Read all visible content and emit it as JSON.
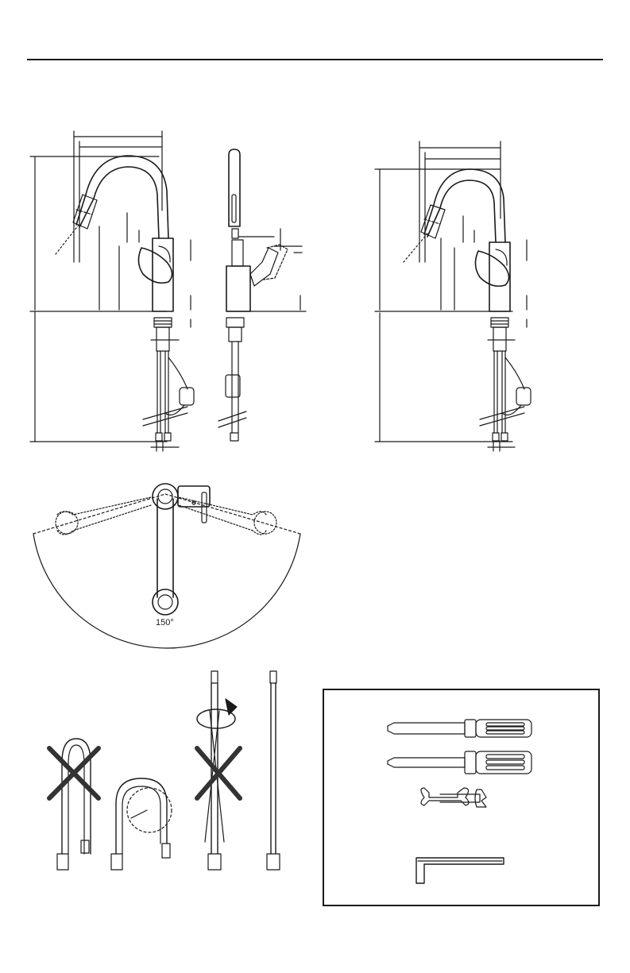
{
  "diagram": {
    "rotation_label": "150°",
    "figures": {
      "faucet_tall_side": "faucet-side-view",
      "faucet_tall_front": "faucet-front-view",
      "faucet_short_side": "faucet-side-view-variant",
      "swivel_top_view": "swivel-range-top-view",
      "hoses": [
        "hose-bent-wrong",
        "hose-loop-correct",
        "hose-twisted-wrong",
        "hose-straight-correct"
      ]
    },
    "tools": [
      "flat-screwdriver-icon",
      "phillips-screwdriver-icon",
      "open-end-wrench-icon",
      "hex-key-icon"
    ]
  }
}
